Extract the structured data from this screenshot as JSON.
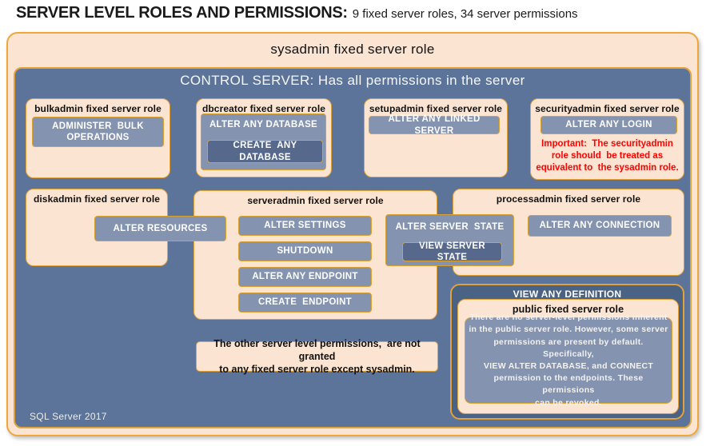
{
  "title": {
    "main": "SERVER LEVEL ROLES AND PERMISSIONS:",
    "sub": "9 fixed server roles, 34 server permissions"
  },
  "colors": {
    "peach": "#FBE4D1",
    "gold_border": "#E2A23B",
    "slate_background": "#5C7499",
    "permission_fill": "#8493AF",
    "permission_dark_fill": "#56688C",
    "dark_panel": "#4A6284",
    "warning_red": "#FE0000"
  },
  "sysadmin": {
    "label": "sysadmin fixed server role"
  },
  "control": {
    "label": "CONTROL SERVER: Has all permissions in the server"
  },
  "bulkadmin": {
    "label": "bulkadmin fixed server role",
    "perm": "ADMINISTER  BULK\nOPERATIONS"
  },
  "dbcreator": {
    "label": "dbcreator fixed server role",
    "perm_outer": "ALTER ANY DATABASE",
    "perm_inner": "CREATE  ANY DATABASE"
  },
  "setupadmin": {
    "label": "setupadmin fixed server role",
    "perm": "ALTER ANY LINKED SERVER"
  },
  "securityadmin": {
    "label": "securityadmin fixed server role",
    "perm": "ALTER ANY LOGIN",
    "note": "Important:  The securityadmin\nrole should  be treated as\nequivalent to  the sysadmin role."
  },
  "diskadmin": {
    "label": "diskadmin fixed server role",
    "perm": "ALTER RESOURCES"
  },
  "serveradmin": {
    "label": "serveradmin fixed server role",
    "perms": [
      "ALTER SETTINGS",
      "SHUTDOWN",
      "ALTER ANY ENDPOINT",
      "CREATE  ENDPOINT"
    ],
    "perm_bridge_outer": "ALTER SERVER  STATE",
    "perm_bridge_inner": "VIEW SERVER  STATE"
  },
  "processadmin": {
    "label": "processadmin fixed server role",
    "perm": "ALTER ANY CONNECTION"
  },
  "other_note": "The other server level permissions,  are not granted\nto any fixed server role except sysadmin.",
  "view_any_definition": {
    "label": "VIEW ANY DEFINITION",
    "public": {
      "label": "public fixed server role",
      "text": "There are no server-level permissions inherent\nin the public server role. However, some server\npermissions are present by default. Specifically,\nVIEW ALTER DATABASE, and CONNECT\npermission to the endpoints. These permissions\ncan be revoked."
    }
  },
  "footer": "SQL Server 2017"
}
